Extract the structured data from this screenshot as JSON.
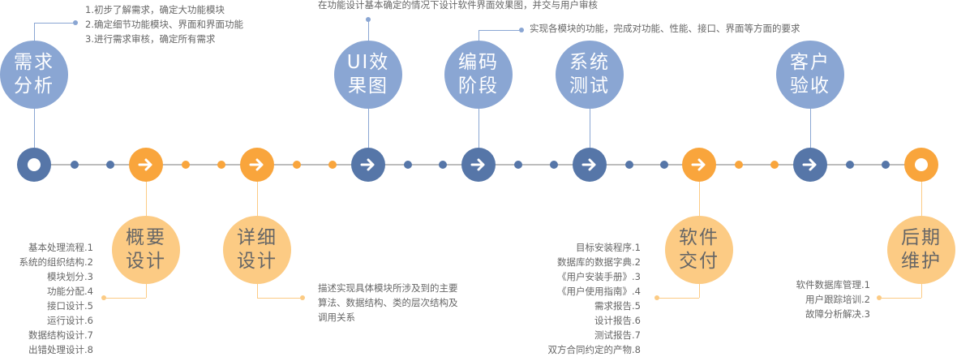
{
  "colors": {
    "blue": "#5676a8",
    "orange": "#f9a53c",
    "light_blue": "#8aa6d3",
    "light_orange": "#fccb84",
    "line": "#bdbdbd"
  },
  "timeline": {
    "nodes": [
      {
        "type": "ring",
        "color": "blue"
      },
      {
        "type": "arrow",
        "color": "orange"
      },
      {
        "type": "arrow",
        "color": "orange"
      },
      {
        "type": "arrow",
        "color": "blue"
      },
      {
        "type": "arrow",
        "color": "blue"
      },
      {
        "type": "arrow",
        "color": "blue"
      },
      {
        "type": "arrow",
        "color": "orange"
      },
      {
        "type": "arrow",
        "color": "blue"
      },
      {
        "type": "ring",
        "color": "orange"
      }
    ],
    "dot_colors": [
      "blue",
      "orange",
      "orange",
      "blue",
      "blue",
      "blue",
      "orange",
      "blue"
    ]
  },
  "stages": {
    "requirements": {
      "line1": "需求",
      "line2": "分析",
      "notes": [
        "1.初步了解需求，确定大功能模块",
        "2.确定细节功能模块、界面和界面功能",
        "3.进行需求审核，确定所有需求"
      ]
    },
    "ui": {
      "line1": "UI效",
      "line2": "果图",
      "note": "在功能设计基本确定的情况下设计软件界面效果图，并交与用户审核"
    },
    "coding": {
      "line1": "编码",
      "line2": "阶段",
      "note": "实现各模块的功能，完成对功能、性能、接口、界面等方面的要求"
    },
    "testing": {
      "line1": "系统",
      "line2": "测试"
    },
    "acceptance": {
      "line1": "客户",
      "line2": "验收"
    },
    "outline_design": {
      "line1": "概要",
      "line2": "设计",
      "notes": [
        "基本处理流程.1",
        "系统的组织结构.2",
        "模块划分.3",
        "功能分配.4",
        "接口设计.5",
        "运行设计.6",
        "数据结构设计.7",
        "出错处理设计.8"
      ]
    },
    "detail_design": {
      "line1": "详细",
      "line2": "设计",
      "notes": [
        "描述实现具体模块所涉及到的主要",
        "算法、数据结构、类的层次结构及",
        "调用关系"
      ]
    },
    "delivery": {
      "line1": "软件",
      "line2": "交付",
      "notes": [
        "目标安装程序.1",
        "数据库的数据字典.2",
        "《用户安装手册》.3",
        "《用户使用指南》.4",
        "需求报告.5",
        "设计报告.6",
        "测试报告.7",
        "双方合同约定的产物.8"
      ]
    },
    "maintenance": {
      "line1": "后期",
      "line2": "维护",
      "notes": [
        "软件数据库管理.1",
        "用户跟踪培训.2",
        "故障分析解决.3"
      ]
    }
  }
}
